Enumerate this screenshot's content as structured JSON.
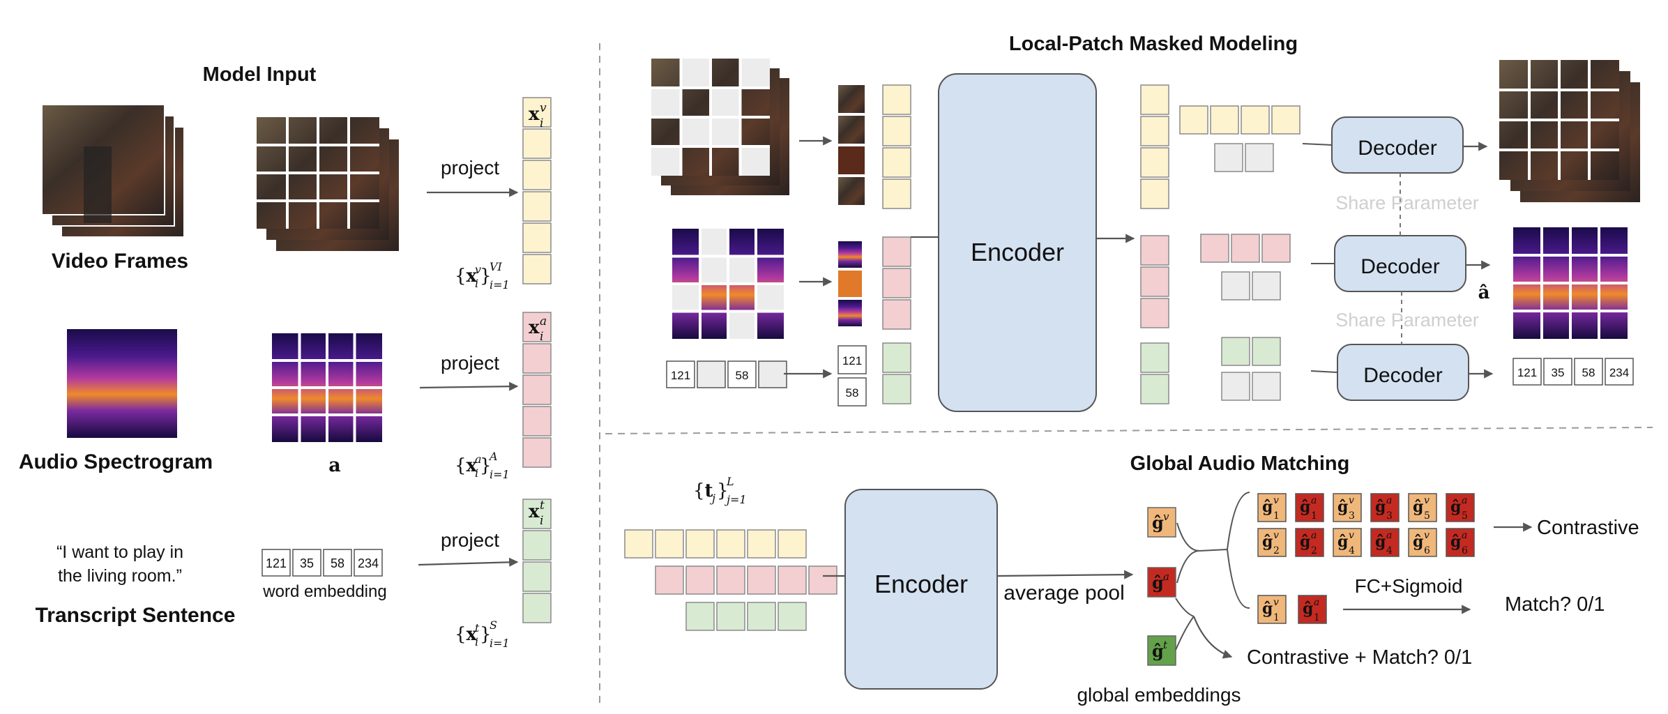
{
  "colors": {
    "video_token": "#fdf3cf",
    "audio_token": "#f3cfd2",
    "text_token": "#d9ead3",
    "masked_token": "#ececec",
    "encoder_fill": "#d3e1f1",
    "decoder_fill": "#d3e1f1",
    "g_video": "#f0b77b",
    "g_audio": "#c42a21",
    "g_text": "#63a14a",
    "share_text": "#cfcfcf",
    "divider": "#9a9a9a"
  },
  "model_input": {
    "title": "Model Input",
    "video_label": "Video Frames",
    "audio_label": "Audio Spectrogram",
    "audio_symbol": "a",
    "transcript_quote_line1": "“I want to play in",
    "transcript_quote_line2": "the living room.”",
    "transcript_label": "Transcript Sentence",
    "word_tokens": [
      "121",
      "35",
      "58",
      "234"
    ],
    "word_embedding_label": "word embedding",
    "project_label": "project",
    "video_token_label": {
      "base": "x",
      "sub": "i",
      "sup": "v"
    },
    "audio_token_label": {
      "base": "x",
      "sub": "i",
      "sup": "a"
    },
    "text_token_label": {
      "base": "x",
      "sub": "i",
      "sup": "t"
    },
    "video_set_label": {
      "sup": "v",
      "sub": "i=1",
      "upper": "VI"
    },
    "audio_set_label": {
      "sup": "a",
      "sub": "i=1",
      "upper": "A"
    },
    "text_set_label": {
      "sup": "t",
      "sub": "i=1",
      "upper": "S"
    }
  },
  "local_patch": {
    "title": "Local-Patch Masked Modeling",
    "encoder_label": "Encoder",
    "decoder_label": "Decoder",
    "share_parameter": "Share Parameter",
    "masked_text_tokens": [
      "121",
      "",
      "58",
      ""
    ],
    "visible_text_tokens": [
      "121",
      "58"
    ],
    "reconstructed_tokens": [
      "121",
      "35",
      "58",
      "234"
    ],
    "audio_hat_label": "â"
  },
  "global_matching": {
    "title": "Global Audio Matching",
    "token_set_label": {
      "base": "t",
      "sub": "j=1",
      "upper": "L"
    },
    "encoder_label": "Encoder",
    "average_pool": "average pool",
    "global_embeddings": "global embeddings",
    "g_video_label": {
      "base": "ĝ",
      "sup": "v"
    },
    "g_audio_label": {
      "base": "ĝ",
      "sup": "a"
    },
    "g_text_label": {
      "base": "ĝ",
      "sup": "t"
    },
    "contrastive_grid_row1": [
      {
        "mod": "v",
        "idx": "1"
      },
      {
        "mod": "a",
        "idx": "1"
      },
      {
        "mod": "v",
        "idx": "3"
      },
      {
        "mod": "a",
        "idx": "3"
      },
      {
        "mod": "v",
        "idx": "5"
      },
      {
        "mod": "a",
        "idx": "5"
      }
    ],
    "contrastive_grid_row2": [
      {
        "mod": "v",
        "idx": "2"
      },
      {
        "mod": "a",
        "idx": "2"
      },
      {
        "mod": "v",
        "idx": "4"
      },
      {
        "mod": "a",
        "idx": "4"
      },
      {
        "mod": "v",
        "idx": "6"
      },
      {
        "mod": "a",
        "idx": "6"
      }
    ],
    "match_pair": [
      {
        "mod": "v",
        "idx": "1"
      },
      {
        "mod": "a",
        "idx": "1"
      }
    ],
    "contrastive_label": "Contrastive",
    "fc_sigmoid": "FC+Sigmoid",
    "match_label": "Match? 0/1",
    "contrastive_match_label": "Contrastive + Match? 0/1"
  }
}
